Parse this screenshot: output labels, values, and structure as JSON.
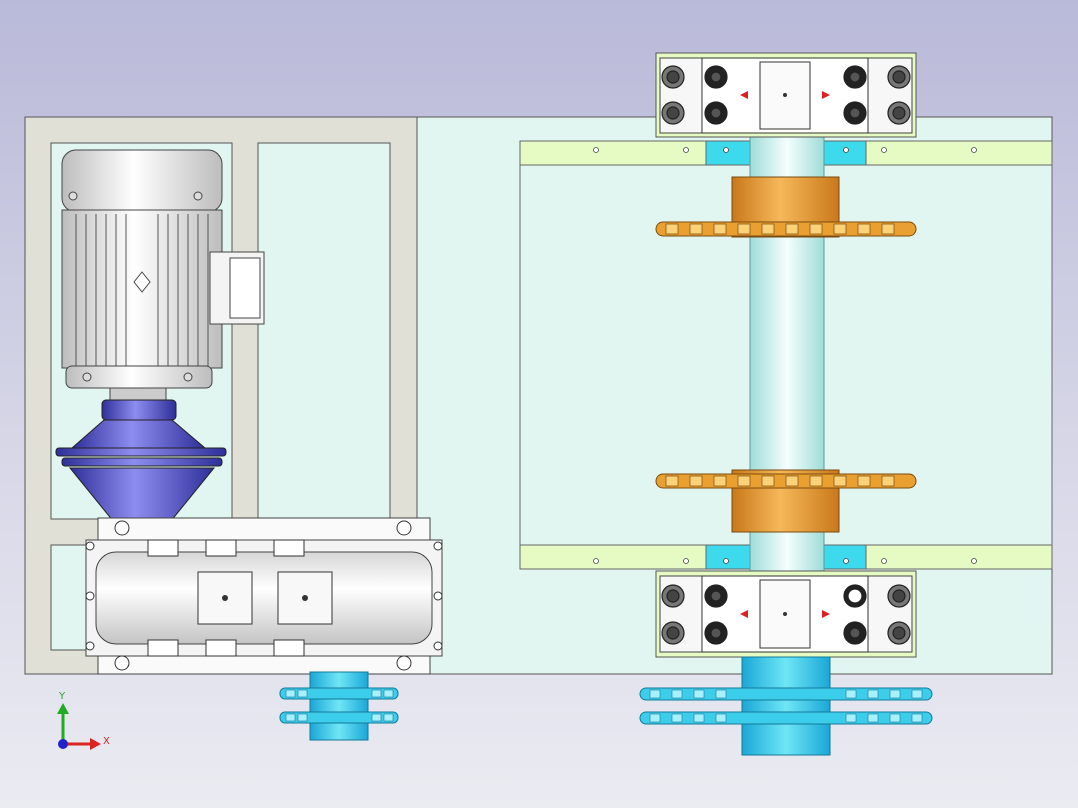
{
  "viewport": {
    "background_top": "#b9b9d9",
    "background_bottom": "#ebebf2"
  },
  "triad": {
    "y_label": "Y",
    "x_label": "X",
    "colors": {
      "y": "#22aa22",
      "x": "#dd2222",
      "z": "#2222cc"
    }
  },
  "colors": {
    "frame": "#e0e0d6",
    "panel": "#e1f6f0",
    "rail": "#e6fac4",
    "cyan_plate": "#3dd9ec",
    "sprocket_orange": "#e9a030",
    "hub_orange": "#e89a2a",
    "shaft": "#d4f6f4",
    "reducer_blue": "#5a5ac8",
    "cyan_sprocket": "#3ccdea",
    "motor": "#f2f2f2"
  },
  "parts": [
    {
      "name": "drive-motor",
      "icon": "motor-icon"
    },
    {
      "name": "conical-reducer",
      "icon": "cone-icon"
    },
    {
      "name": "gearbox",
      "icon": "gearbox-icon"
    },
    {
      "name": "drive-sprocket",
      "icon": "sprocket-icon"
    },
    {
      "name": "roller-shaft",
      "icon": "shaft-icon"
    },
    {
      "name": "bearing-block-top",
      "icon": "bearing-icon"
    },
    {
      "name": "bearing-block-bottom",
      "icon": "bearing-icon"
    },
    {
      "name": "driven-sprocket",
      "icon": "sprocket-icon"
    }
  ]
}
